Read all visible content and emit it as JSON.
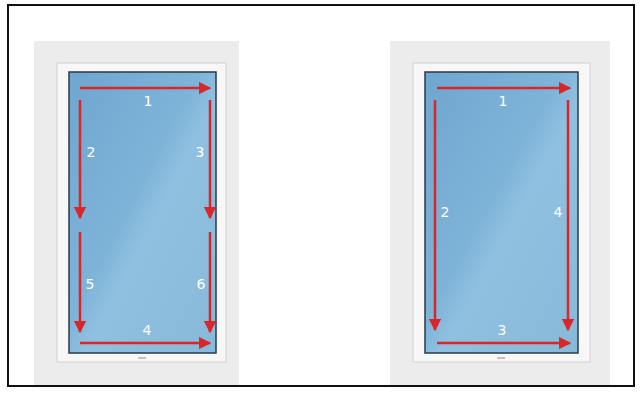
{
  "diagram": {
    "labels": [
      "1",
      "2",
      "3",
      "5",
      "6",
      "4",
      "1",
      "2",
      "4",
      "3"
    ]
  }
}
